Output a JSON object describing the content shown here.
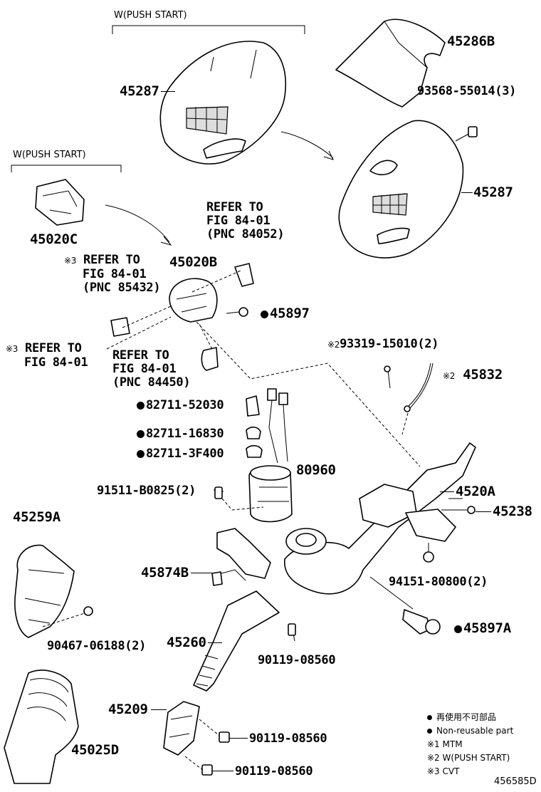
{
  "groups": {
    "push_start_1": "W(PUSH START)",
    "push_start_2": "W(PUSH START)"
  },
  "labels": {
    "p45286B": "45286B",
    "p93568": "93568-55014(3)",
    "p45287_top": "45287",
    "p45287_right": "45287",
    "p45020C": "45020C",
    "p45020B": "45020B",
    "refer_a": [
      "REFER TO",
      "FIG 84-01",
      "(PNC 84052)"
    ],
    "refer_b_mark": "※3",
    "refer_b": [
      "REFER TO",
      "FIG 84-01",
      "(PNC 85432)"
    ],
    "refer_c_mark": "※3",
    "refer_c": [
      "REFER TO",
      "FIG 84-01"
    ],
    "refer_d": [
      "REFER TO",
      "FIG 84-01",
      "(PNC 84450)"
    ],
    "p45897": "45897",
    "p93319_mark": "※2",
    "p93319": "93319-15010(2)",
    "p45832_mark": "※2",
    "p45832": "45832",
    "p82711_52030": "82711-52030",
    "p82711_16830": "82711-16830",
    "p82711_3F400": "82711-3F400",
    "p80960": "80960",
    "p91511": "91511-B0825(2)",
    "p4520A": "4520A",
    "p45238": "45238",
    "p45259A": "45259A",
    "p94151": "94151-80800(2)",
    "p45874B": "45874B",
    "p90467": "90467-06188(2)",
    "p45897A": "45897A",
    "p45260": "45260",
    "p90119_a": "90119-08560",
    "p45209": "45209",
    "p45025D": "45025D",
    "p90119_b": "90119-08560",
    "p90119_c": "90119-08560"
  },
  "legend": {
    "items": [
      {
        "mark": "●",
        "text": "再使用不可部品"
      },
      {
        "mark": "●",
        "text": "Non-reusable part"
      },
      {
        "mark": "※1",
        "text": "MTM"
      },
      {
        "mark": "※2",
        "text": "W(PUSH START)"
      },
      {
        "mark": "※3",
        "text": "CVT"
      }
    ],
    "diagram_id": "456585D"
  }
}
